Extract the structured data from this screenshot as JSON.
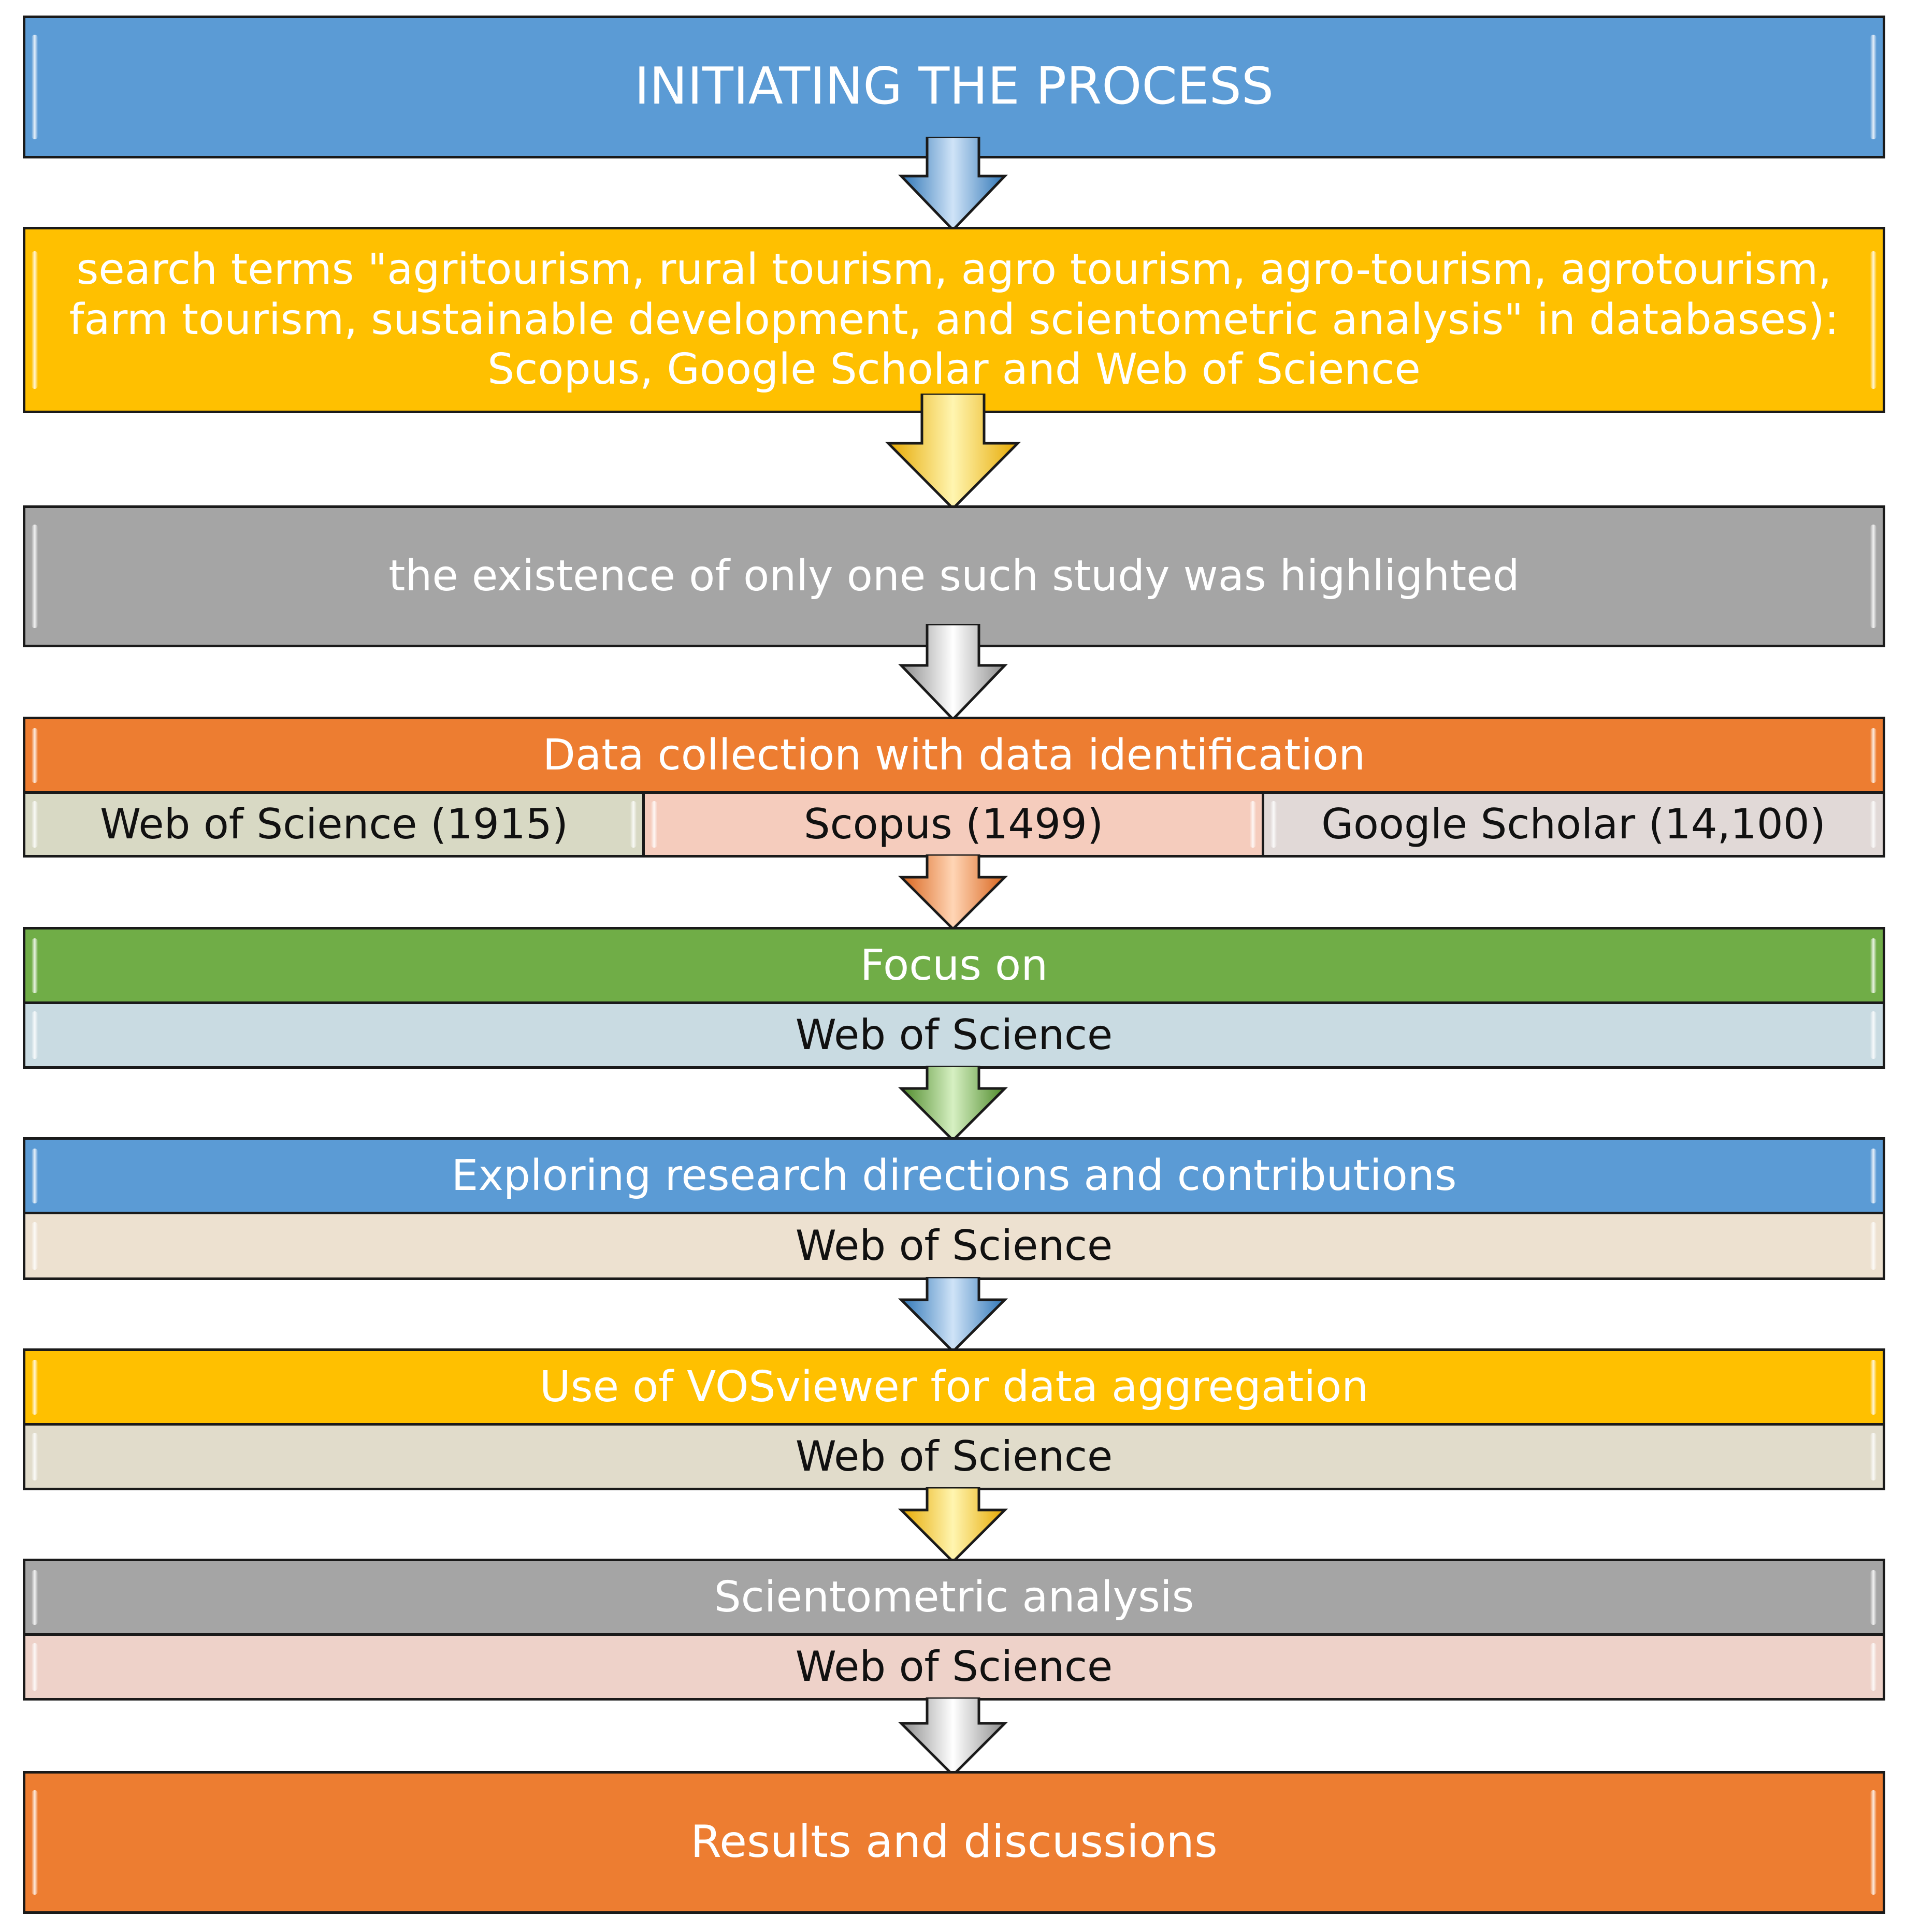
{
  "colors": {
    "blue": "#5b9bd5",
    "gold": "#ffc000",
    "gray": "#a5a5a5",
    "orange": "#ed7d31",
    "green": "#70ad47",
    "sub_olive": "#d8d9c4",
    "sub_salmon": "#f5ccbd",
    "sub_gray": "#e1d9d7",
    "sub_lightblue": "#c9dbe2",
    "sub_beige1": "#ede1d0",
    "sub_beige2": "#e1dccb",
    "sub_pink": "#eed2c9",
    "outline": "#1a1a1a"
  },
  "steps": {
    "s1": {
      "title": "INITIATING THE PROCESS"
    },
    "s2": {
      "line1": "search terms \"agritourism, rural tourism, agro tourism, agro-tourism, agrotourism,",
      "line2": "farm tourism, sustainable development, and scientometric analysis\" in databases):",
      "line3": "Scopus, Google Scholar and Web of Science"
    },
    "s3": {
      "title": "the existence of only one such study was highlighted"
    },
    "s4": {
      "title": "Data collection with data identification",
      "sources": [
        "Web of Science (1915)",
        "Scopus (1499)",
        "Google Scholar (14,100)"
      ]
    },
    "s5": {
      "title": "Focus on",
      "sub": "Web of Science"
    },
    "s6": {
      "title": "Exploring research directions and contributions",
      "sub": "Web of Science"
    },
    "s7": {
      "title": "Use of VOSviewer for data aggregation",
      "sub": "Web of Science"
    },
    "s8": {
      "title": "Scientometric analysis",
      "sub": "Web of Science"
    },
    "s9": {
      "title": "Results and discussions"
    }
  },
  "arrows": [
    {
      "id": "a1",
      "color": "blue"
    },
    {
      "id": "a2",
      "color": "gold"
    },
    {
      "id": "a3",
      "color": "silver"
    },
    {
      "id": "a4",
      "color": "orange"
    },
    {
      "id": "a5",
      "color": "green"
    },
    {
      "id": "a6",
      "color": "blue"
    },
    {
      "id": "a7",
      "color": "gold"
    },
    {
      "id": "a8",
      "color": "silver"
    }
  ]
}
